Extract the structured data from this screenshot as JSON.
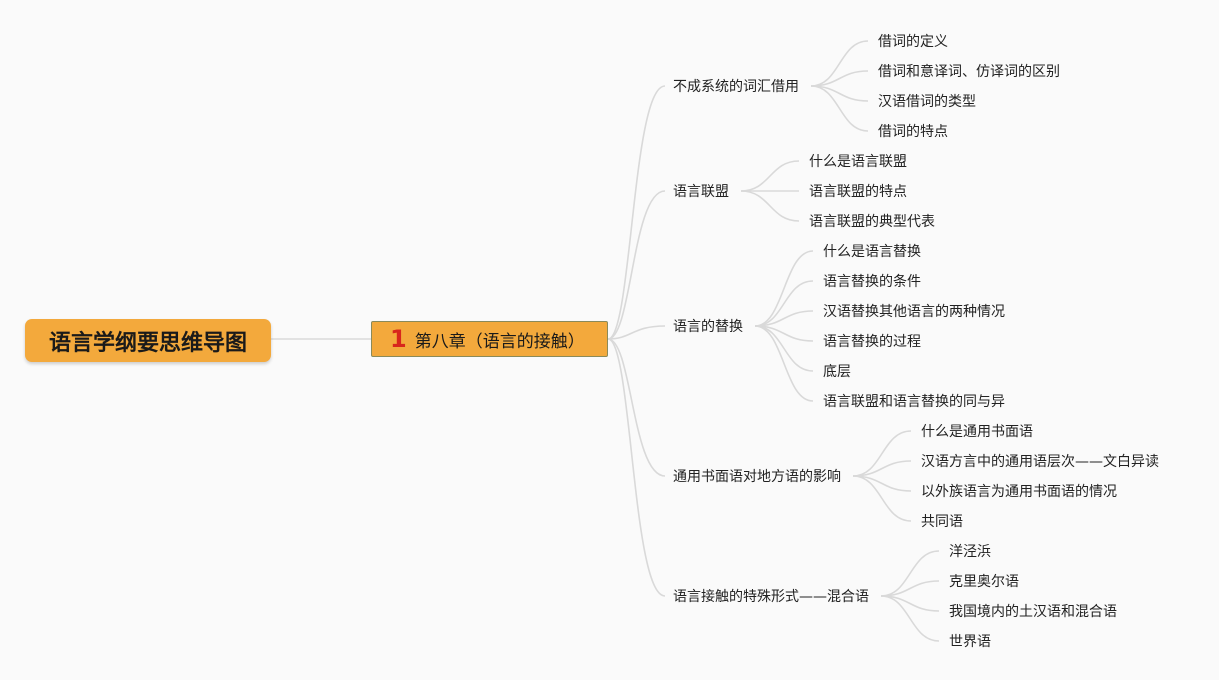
{
  "root": {
    "label": "语言学纲要思维导图"
  },
  "chapter": {
    "number": "1",
    "label": "第八章（语言的接触）"
  },
  "topics": [
    {
      "label": "不成系统的词汇借用",
      "children": [
        "借词的定义",
        "借词和意译词、仿译词的区别",
        "汉语借词的类型",
        "借词的特点"
      ]
    },
    {
      "label": "语言联盟",
      "children": [
        "什么是语言联盟",
        "语言联盟的特点",
        "语言联盟的典型代表"
      ]
    },
    {
      "label": "语言的替换",
      "children": [
        "什么是语言替换",
        "语言替换的条件",
        "汉语替换其他语言的两种情况",
        "语言替换的过程",
        "底层",
        "语言联盟和语言替换的同与异"
      ]
    },
    {
      "label": "通用书面语对地方语的影响",
      "children": [
        "什么是通用书面语",
        "汉语方言中的通用语层次——文白异读",
        "以外族语言为通用书面语的情况",
        "共同语"
      ]
    },
    {
      "label": "语言接触的特殊形式——混合语",
      "children": [
        "洋泾浜",
        "克里奥尔语",
        "我国境内的土汉语和混合语",
        "世界语"
      ]
    }
  ]
}
